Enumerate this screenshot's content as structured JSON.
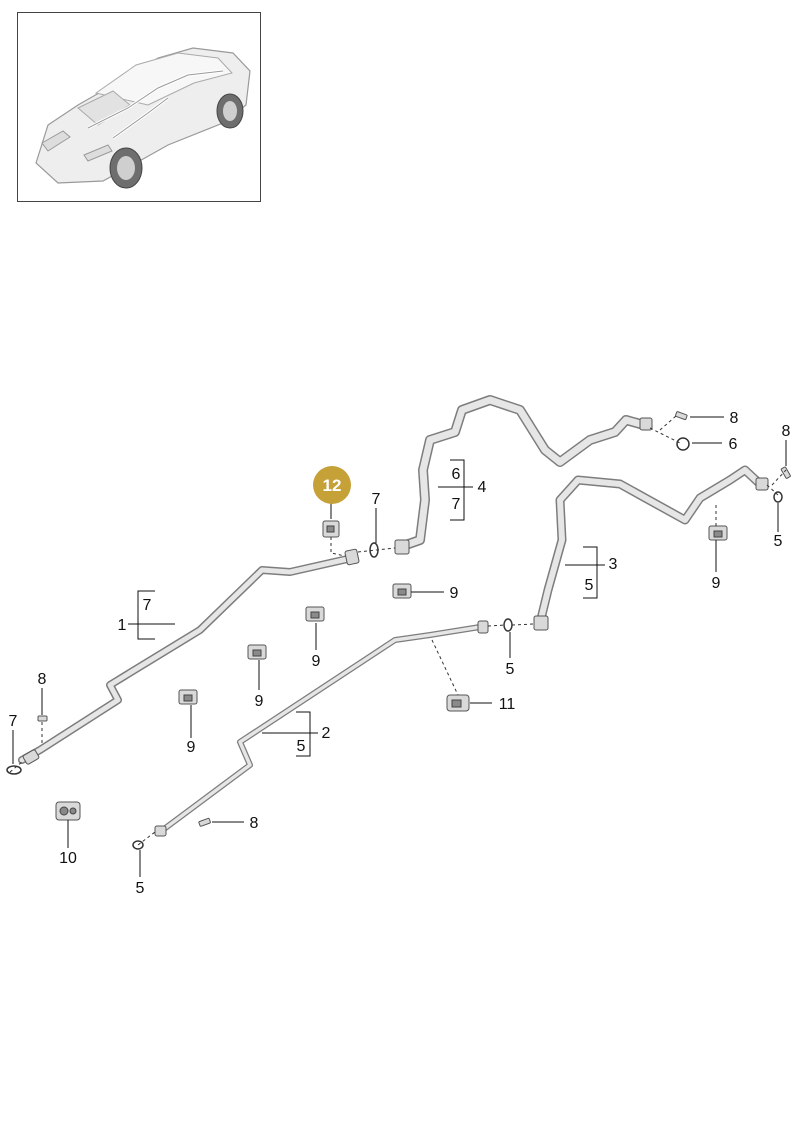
{
  "highlight": {
    "label": "12",
    "color": "#c6a138"
  },
  "callouts": {
    "c1": "1",
    "c1_sub": "7",
    "c2": "2",
    "c2_sub": "5",
    "c3": "3",
    "c3_sub": "5",
    "c4": "4",
    "c4_sub_top": "6",
    "c4_sub_bottom": "7",
    "c5_center": "5",
    "c5_left": "5",
    "c5_right": "5",
    "c6": "6",
    "c7_top": "7",
    "c7_left": "7",
    "c8_top": "8",
    "c8_right": "8",
    "c8_left": "8",
    "c8_bottom": "8",
    "c9_a": "9",
    "c9_b": "9",
    "c9_c": "9",
    "c9_d": "9",
    "c9_e": "9",
    "c10": "10",
    "c11": "11"
  },
  "icons": {
    "thumbnail": "car-overview-icon"
  }
}
